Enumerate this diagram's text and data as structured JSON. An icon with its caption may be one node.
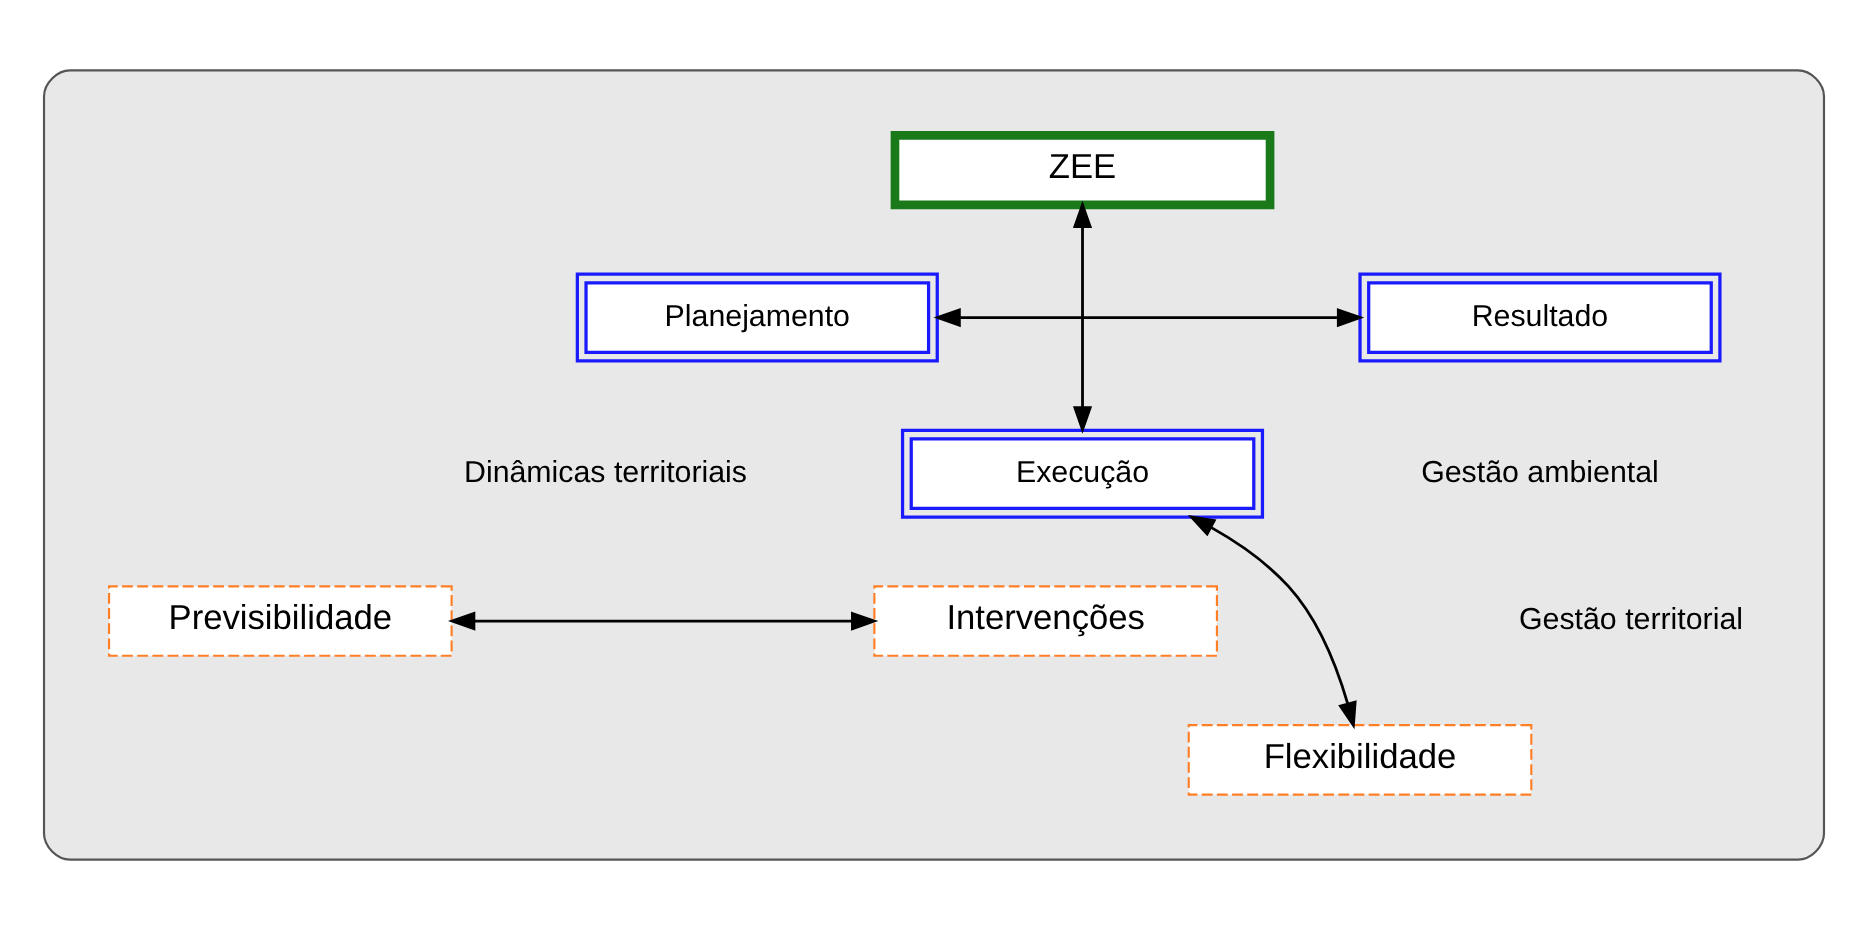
{
  "diagram": {
    "nodes": [
      {
        "text": [],
        "shape": "ellipse"
      },
      {
        "text": [
          "ZEE"
        ],
        "in": 0
      },
      {
        "text": [
          "Planejamento"
        ],
        "in": 0
      },
      {
        "text": [
          "Resultado"
        ],
        "in": 0
      },
      {
        "text": [
          "Execução"
        ],
        "in": 0
      },
      {
        "text": [
          "Previsibilidade"
        ],
        "in": 0
      },
      {
        "text": [
          "Intervenções"
        ],
        "in": 0
      },
      {
        "text": [
          "Flexibilidade"
        ],
        "in": 0
      }
    ],
    "edges": [
      {
        "from": 1,
        "to": 4,
        "arrow": "both"
      },
      {
        "from": 2,
        "to": 3,
        "arrow": "both"
      },
      {
        "from": 4,
        "to": 7,
        "arrow": "both"
      },
      {
        "from": 5,
        "to": 6,
        "arrow": "both"
      }
    ],
    "labels": [
      "Dinâmicas territoriais",
      "Gestão ambiental",
      "Gestão territorial"
    ]
  }
}
